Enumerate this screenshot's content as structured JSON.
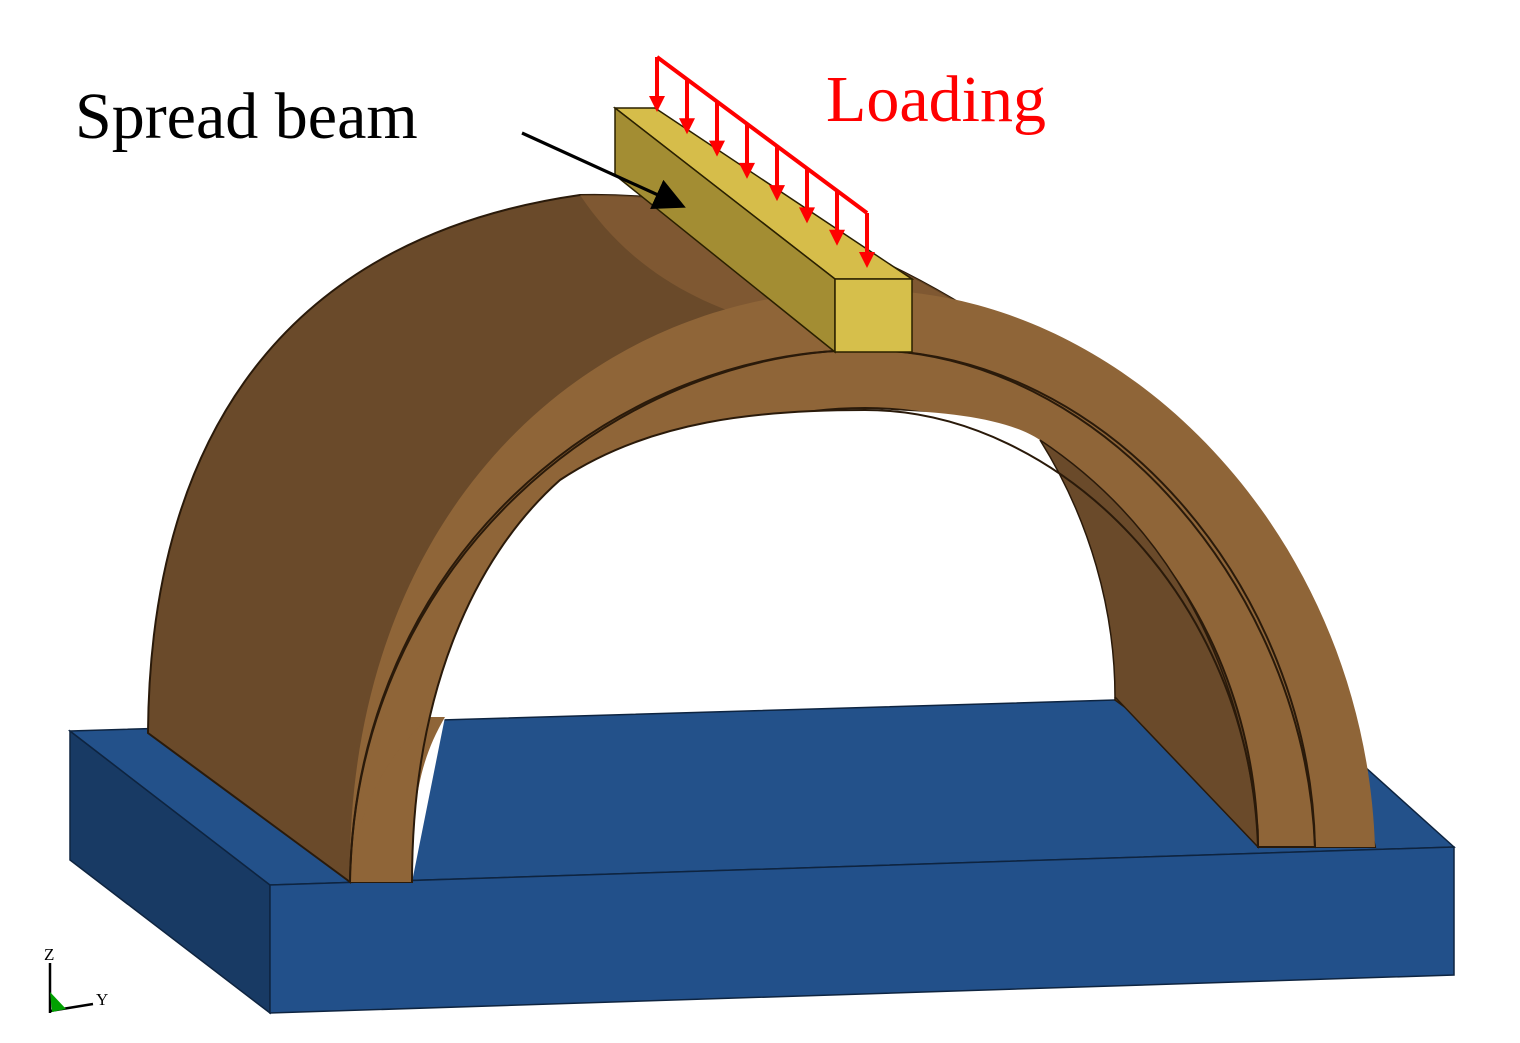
{
  "labels": {
    "spread_beam": "Spread beam",
    "loading": "Loading"
  },
  "axis_triad": {
    "z_label": "Z",
    "y_label": "Y"
  },
  "colors": {
    "base_top": "#23518a",
    "base_front": "#22508a",
    "base_side": "#183a64",
    "arch_dark": "#6a4a2a",
    "arch_face": "#8f6538",
    "beam_top": "#d6bd4a",
    "beam_side": "#a38d33",
    "beam_end": "#d6bf4b",
    "load": "#ff0000",
    "annotation": "#000000"
  },
  "load_arrow_count": 8
}
